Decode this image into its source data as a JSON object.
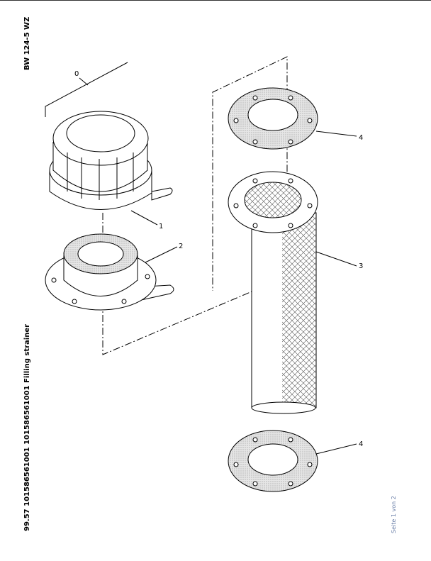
{
  "header": {
    "model": "BW 124-5 WZ"
  },
  "caption": "99.57 101586561001 101586561001 Filling strainer",
  "footer": {
    "page": "Seite 1 von 2"
  },
  "callouts": [
    "0",
    "1",
    "2",
    "3",
    "4",
    "4"
  ]
}
